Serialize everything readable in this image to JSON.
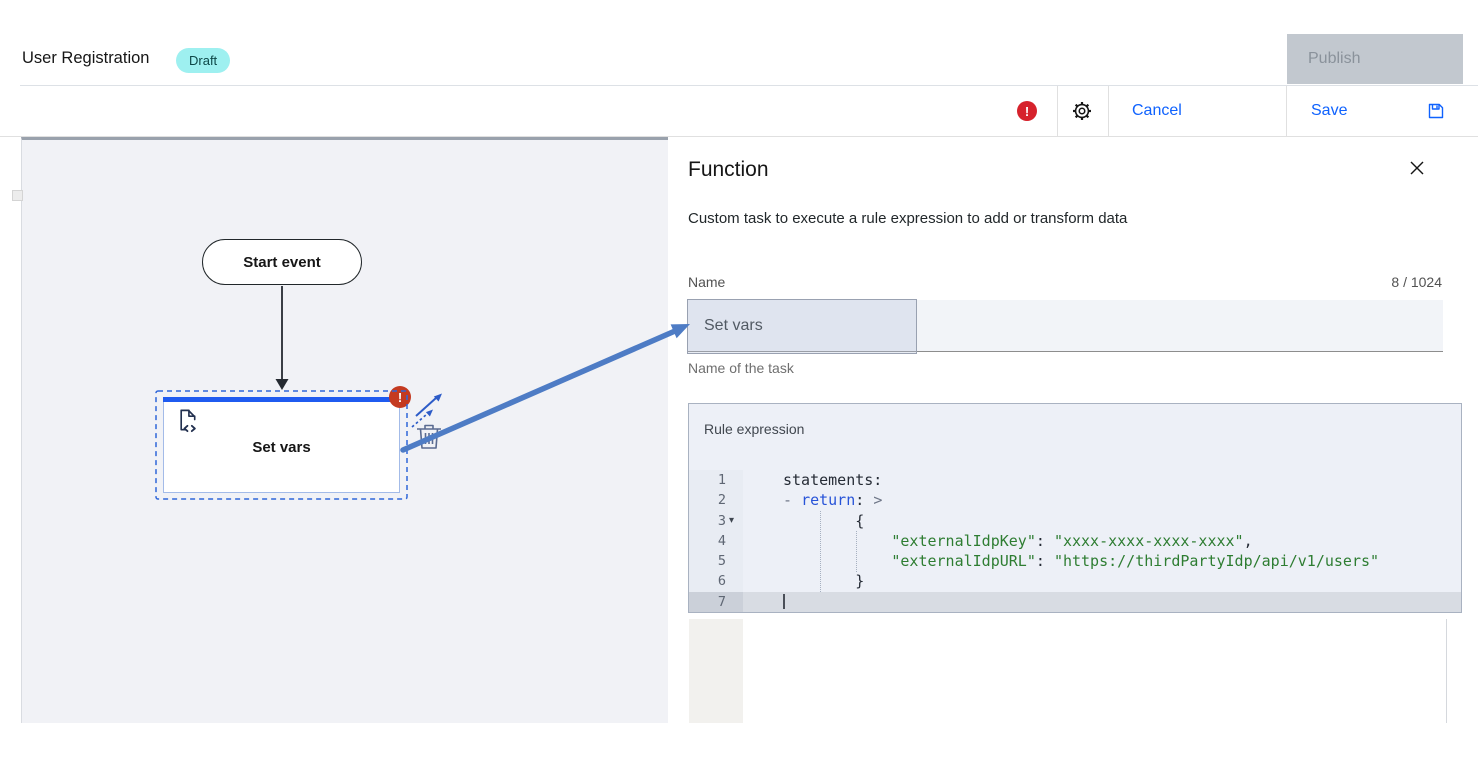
{
  "header": {
    "title": "User Registration",
    "badge": "Draft",
    "publish": "Publish"
  },
  "toolbar": {
    "cancel": "Cancel",
    "save": "Save"
  },
  "glyphs": {
    "error": "!",
    "fold": "▾"
  },
  "canvas": {
    "start_event": "Start event",
    "task": "Set vars"
  },
  "panel": {
    "title": "Function",
    "description": "Custom task to execute a rule expression to add or transform data",
    "name_field": {
      "label": "Name",
      "value": "Set vars",
      "counter": "8 / 1024",
      "helper": "Name of the task"
    },
    "rule_expression": {
      "label": "Rule expression",
      "lines": [
        {
          "num": "1",
          "tokens": [
            {
              "t": "statements:",
              "c": "d"
            }
          ]
        },
        {
          "num": "2",
          "tokens": [
            {
              "t": "- ",
              "c": "p"
            },
            {
              "t": "return",
              "c": "kw"
            },
            {
              "t": ":",
              "c": "d"
            },
            {
              "t": " ",
              "c": "d"
            },
            {
              "t": ">",
              "c": "p"
            }
          ]
        },
        {
          "num": "3",
          "fold": true,
          "tokens": [
            {
              "t": "        {",
              "c": "d"
            }
          ]
        },
        {
          "num": "4",
          "tokens": [
            {
              "t": "            ",
              "c": "d"
            },
            {
              "t": "\"externalIdpKey\"",
              "c": "s"
            },
            {
              "t": ": ",
              "c": "d"
            },
            {
              "t": "\"xxxx-xxxx-xxxx-xxxx\"",
              "c": "s"
            },
            {
              "t": ",",
              "c": "d"
            }
          ]
        },
        {
          "num": "5",
          "tokens": [
            {
              "t": "            ",
              "c": "d"
            },
            {
              "t": "\"externalIdpURL\"",
              "c": "s"
            },
            {
              "t": ": ",
              "c": "d"
            },
            {
              "t": "\"https://thirdPartyIdp/api/v1/users\"",
              "c": "s"
            }
          ]
        },
        {
          "num": "6",
          "tokens": [
            {
              "t": "        }",
              "c": "d"
            }
          ]
        },
        {
          "num": "7",
          "current": true,
          "tokens": []
        }
      ]
    }
  },
  "colors": {
    "accent": "#0f62fe",
    "error": "#d6222c",
    "node_error": "#c43a20",
    "badge_bg": "#9ef0f0",
    "node_bar": "#1f5bf0",
    "annotation_arrow": "#4e7cc5",
    "code_string": "#2e7d32",
    "code_keyword": "#2753d8"
  }
}
